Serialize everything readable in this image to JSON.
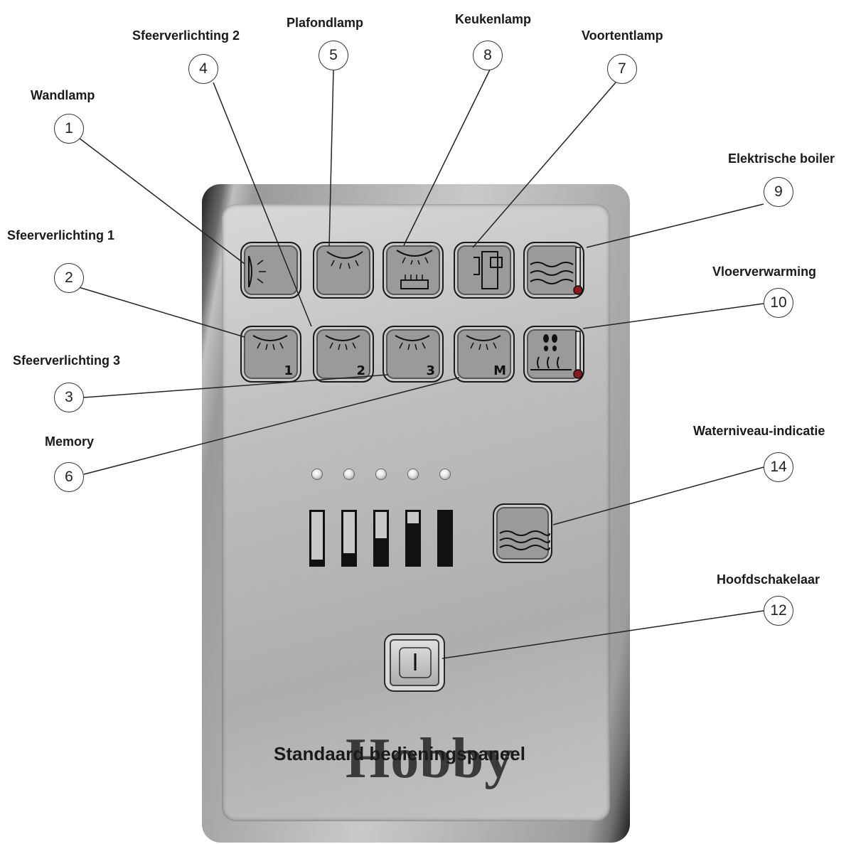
{
  "labels": {
    "wandlamp": "Wandlamp",
    "sfeer1": "Sfeerverlichting 1",
    "sfeer3": "Sfeerverlichting 3",
    "memory": "Memory",
    "sfeer2": "Sfeerverlichting 2",
    "plafond": "Plafondlamp",
    "keuken": "Keukenlamp",
    "voortent": "Voortentlamp",
    "boiler": "Elektrische boiler",
    "vloer": "Vloerverwarming",
    "water": "Waterniveau-indicatie",
    "hoofd": "Hoofdschakelaar"
  },
  "callouts": {
    "c1": "1",
    "c2": "2",
    "c3": "3",
    "c4": "4",
    "c5": "5",
    "c6": "6",
    "c7": "7",
    "c8": "8",
    "c9": "9",
    "c10": "10",
    "c12": "12",
    "c14": "14"
  },
  "buttons": {
    "sfeer1_num": "1",
    "sfeer2_num": "2",
    "sfeer3_num": "3",
    "memory_num": "M"
  },
  "water_levels": [
    0.1,
    0.22,
    0.5,
    0.78,
    1.0
  ],
  "brand": "Hobby",
  "caption": "Standaard bedieningspaneel"
}
